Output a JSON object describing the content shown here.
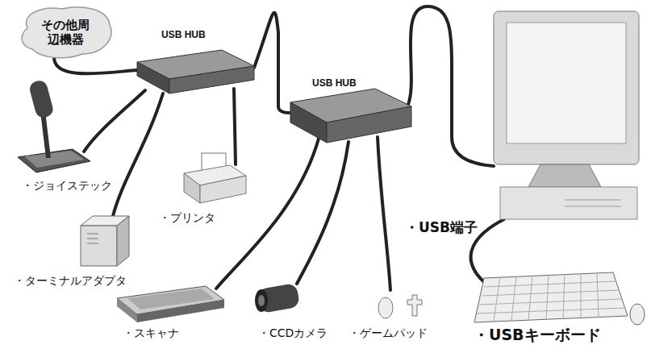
{
  "diagram": {
    "nodes": [
      {
        "text": [
          "その他周辺機器"
        ]
      },
      {
        "text": [
          "USB HUB"
        ]
      },
      {
        "text": [
          "USB HUB"
        ]
      }
    ],
    "edges": [
      {
        "from": 0,
        "to": 1,
        "arrow": "none"
      },
      {
        "from": 1,
        "to": 2,
        "arrow": "none"
      }
    ],
    "labels": [
      "・ジョイステック",
      "・プリンタ",
      "・ターミナルアダプタ",
      "・USB端子",
      "・スキャナ",
      "・CCDカメラ",
      "・ゲームパッド",
      "・USBキーボード"
    ]
  }
}
